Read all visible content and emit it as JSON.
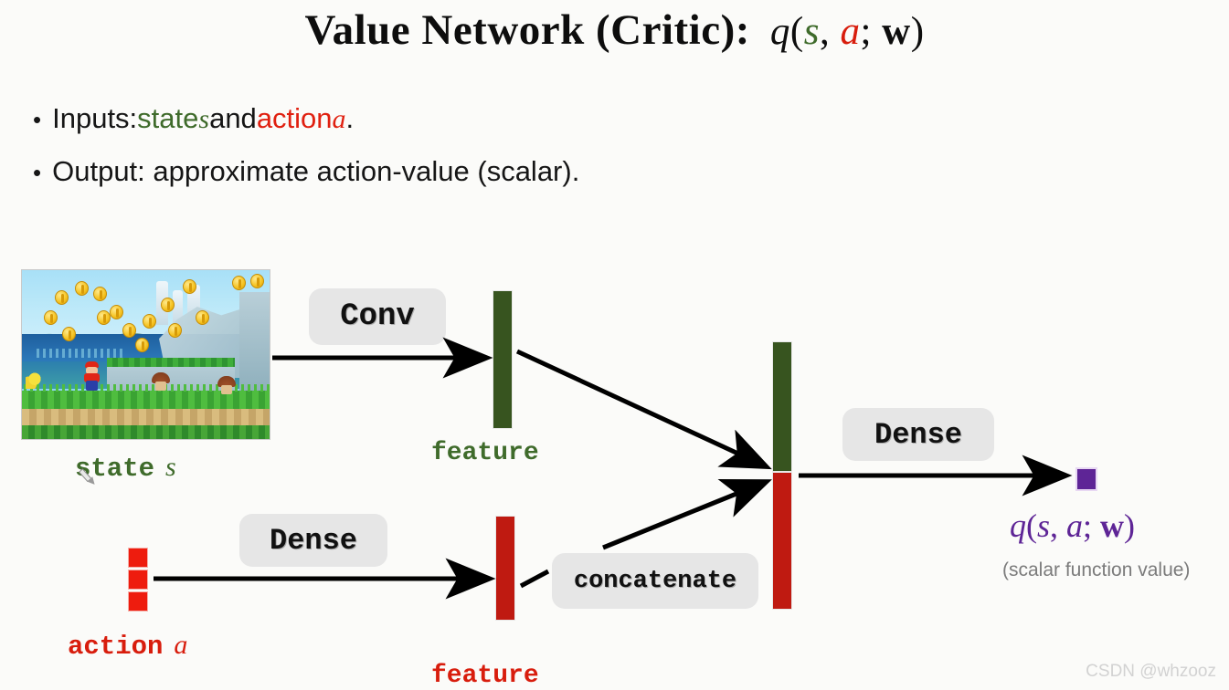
{
  "slide": {
    "title_main": "Value Network (Critic):",
    "title_formula": {
      "q": "q",
      "open": "(",
      "s": "s",
      "comma": ", ",
      "a": "a",
      "semi": "; ",
      "w": "w",
      "close": ")"
    },
    "bullets": [
      {
        "marker": "•",
        "prefix": "Inputs: ",
        "green_word": "state",
        "green_sym": "s",
        "mid": " and ",
        "red_word": "action",
        "red_sym": "a",
        "suffix": "."
      },
      {
        "marker": "•",
        "text": "Output: approximate action-value (scalar)."
      }
    ]
  },
  "diagram": {
    "state_input": {
      "label_word": "state",
      "label_sym": "s",
      "color": "#3f6b2b",
      "image_alt": "super-mario-game-frame"
    },
    "action_input": {
      "label_word": "action",
      "label_sym": "a",
      "color": "#ee1c0e",
      "squares": 3
    },
    "ops": [
      {
        "id": "conv",
        "label": "Conv"
      },
      {
        "id": "dense-action",
        "label": "Dense"
      },
      {
        "id": "concatenate",
        "label": "concatenate"
      },
      {
        "id": "dense-out",
        "label": "Dense"
      }
    ],
    "features": [
      {
        "id": "state-feature",
        "label": "feature",
        "color": "#37541f"
      },
      {
        "id": "action-feature",
        "label": "feature",
        "color": "#bf1a11"
      }
    ],
    "concat_bar": {
      "top_color": "#37541f",
      "bottom_color": "#bf1a11"
    },
    "output": {
      "square_color": "#5e2596",
      "formula": {
        "q": "q",
        "open": "(",
        "s": "s",
        "comma": ", ",
        "a": "a",
        "semi": "; ",
        "w": "w",
        "close": ")"
      },
      "note": "(scalar function value)"
    }
  },
  "watermark": "CSDN @whzooz"
}
